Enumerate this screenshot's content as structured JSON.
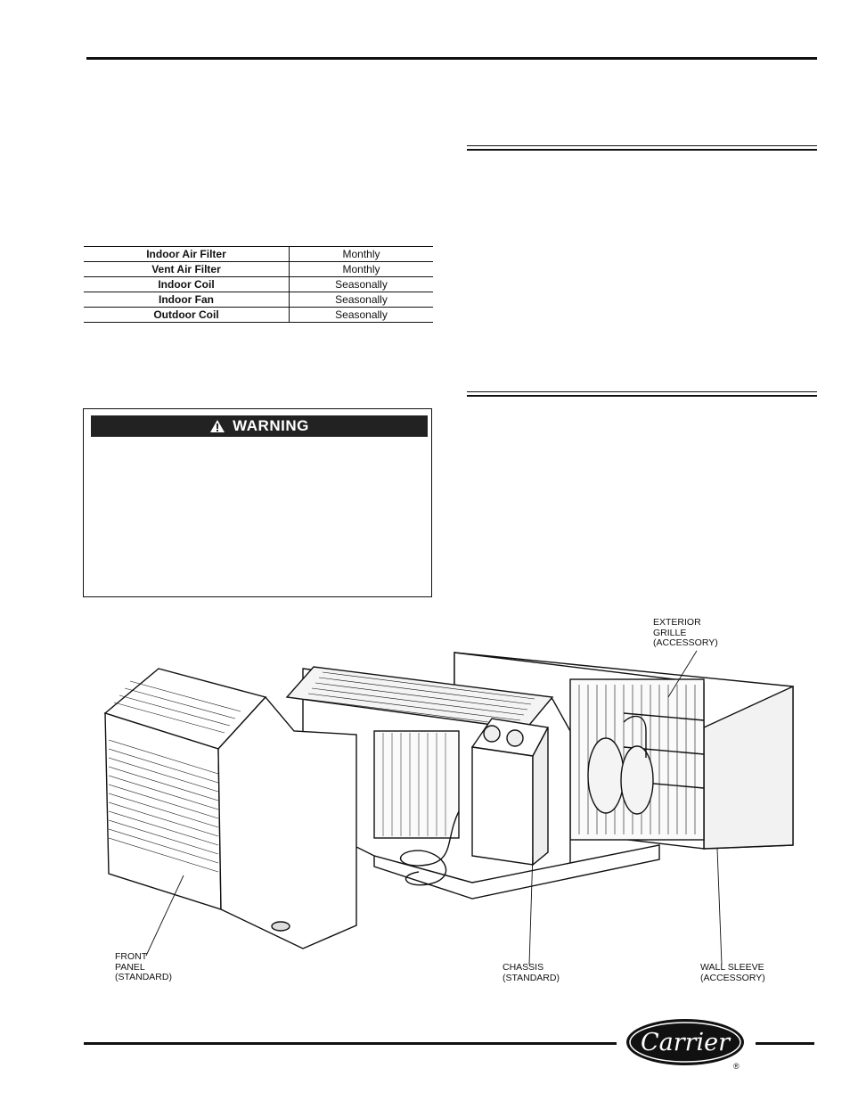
{
  "maintenance_table": {
    "rows": [
      {
        "task": "Indoor Air Filter",
        "frequency": "Monthly"
      },
      {
        "task": "Vent Air Filter",
        "frequency": "Monthly"
      },
      {
        "task": "Indoor Coil",
        "frequency": "Seasonally"
      },
      {
        "task": "Indoor Fan",
        "frequency": "Seasonally"
      },
      {
        "task": "Outdoor Coil",
        "frequency": "Seasonally"
      }
    ]
  },
  "warning": {
    "label": "WARNING",
    "icon": "warning-triangle-icon"
  },
  "figure": {
    "callouts": {
      "exterior_grille": "EXTERIOR\nGRILLE\n(ACCESSORY)",
      "front_panel": "FRONT\nPANEL\n(STANDARD)",
      "chassis": "CHASSIS\n(STANDARD)",
      "wall_sleeve": "WALL SLEEVE\n(ACCESSORY)"
    }
  },
  "logo": {
    "text": "Carrier",
    "registered": "®"
  }
}
